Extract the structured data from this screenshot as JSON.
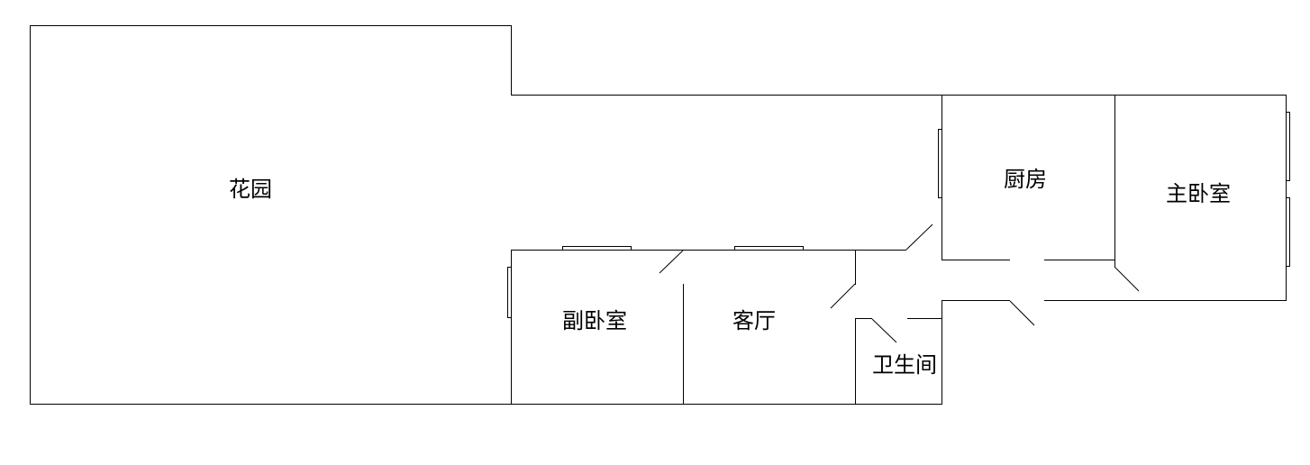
{
  "rooms": {
    "garden": "花园",
    "kitchen": "厨房",
    "master_bedroom": "主卧室",
    "second_bedroom": "副卧室",
    "living_room": "客厅",
    "bathroom": "卫生间"
  },
  "colors": {
    "line": "#000000",
    "background": "#ffffff"
  }
}
